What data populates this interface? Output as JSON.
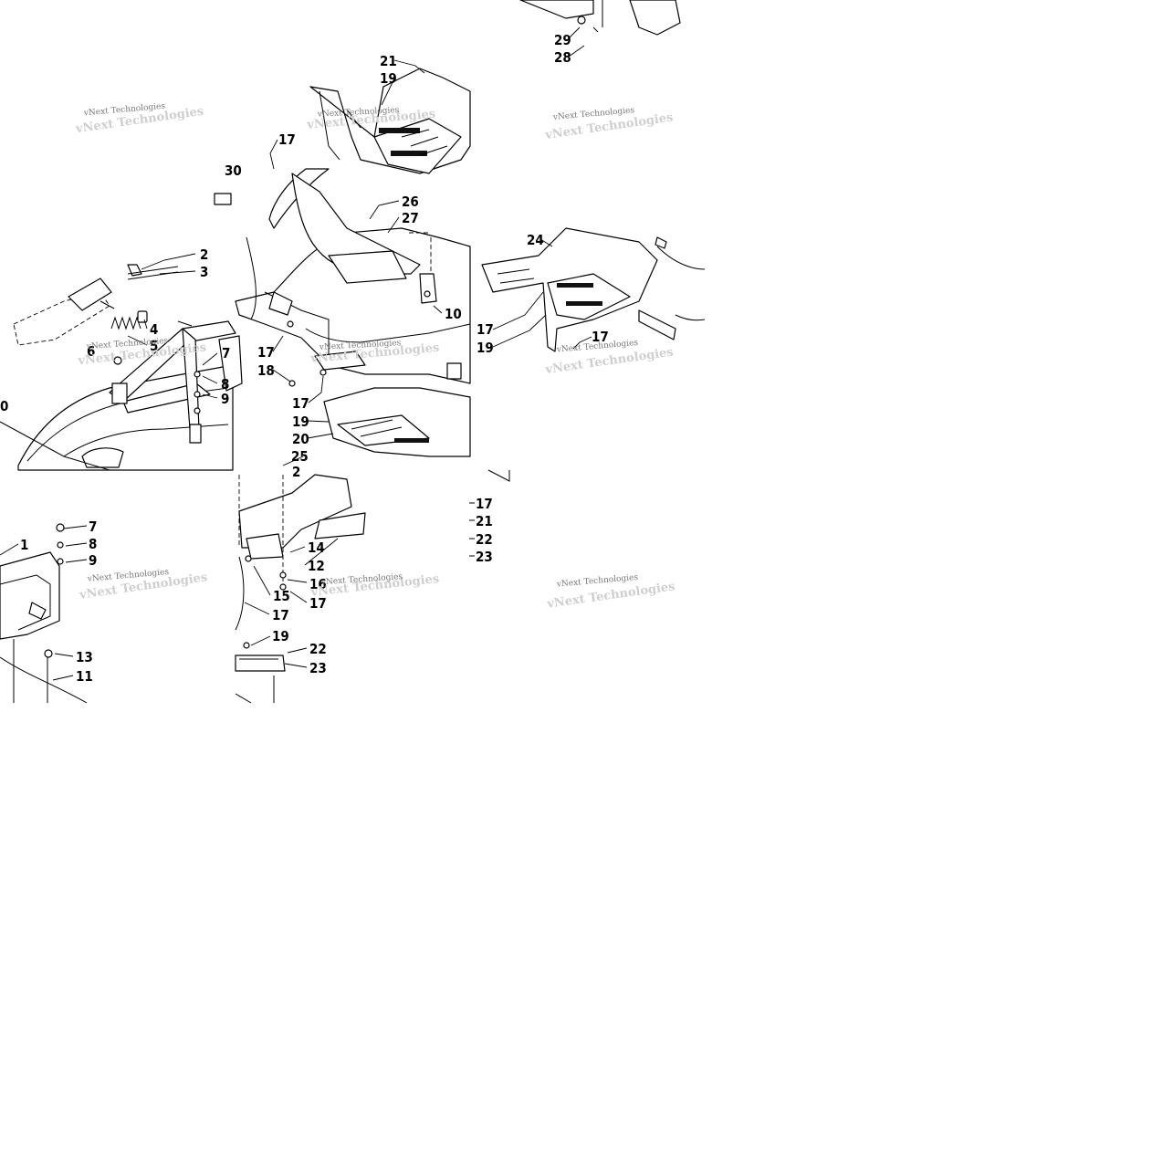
{
  "watermark": "vNext Technologies",
  "callouts": {
    "c0": "0",
    "c1": "1",
    "c2": "2",
    "c3": "3",
    "c4": "4",
    "c5": "5",
    "c6": "6",
    "c7": "7",
    "c8": "8",
    "c9": "9",
    "c10": "10",
    "c11": "11",
    "c12": "12",
    "c13": "13",
    "c14": "14",
    "c15": "15",
    "c16": "16",
    "c17": "17",
    "c18": "18",
    "c19": "19",
    "c20": "20",
    "c21": "21",
    "c22": "22",
    "c23": "23",
    "c24": "24",
    "c25": "25",
    "c26": "26",
    "c27": "27",
    "c28": "28",
    "c29": "29",
    "c30": "30",
    "c2x": "2"
  },
  "colors": {
    "ink": "#000000",
    "paper": "#ffffff",
    "watermark": "#777777"
  }
}
